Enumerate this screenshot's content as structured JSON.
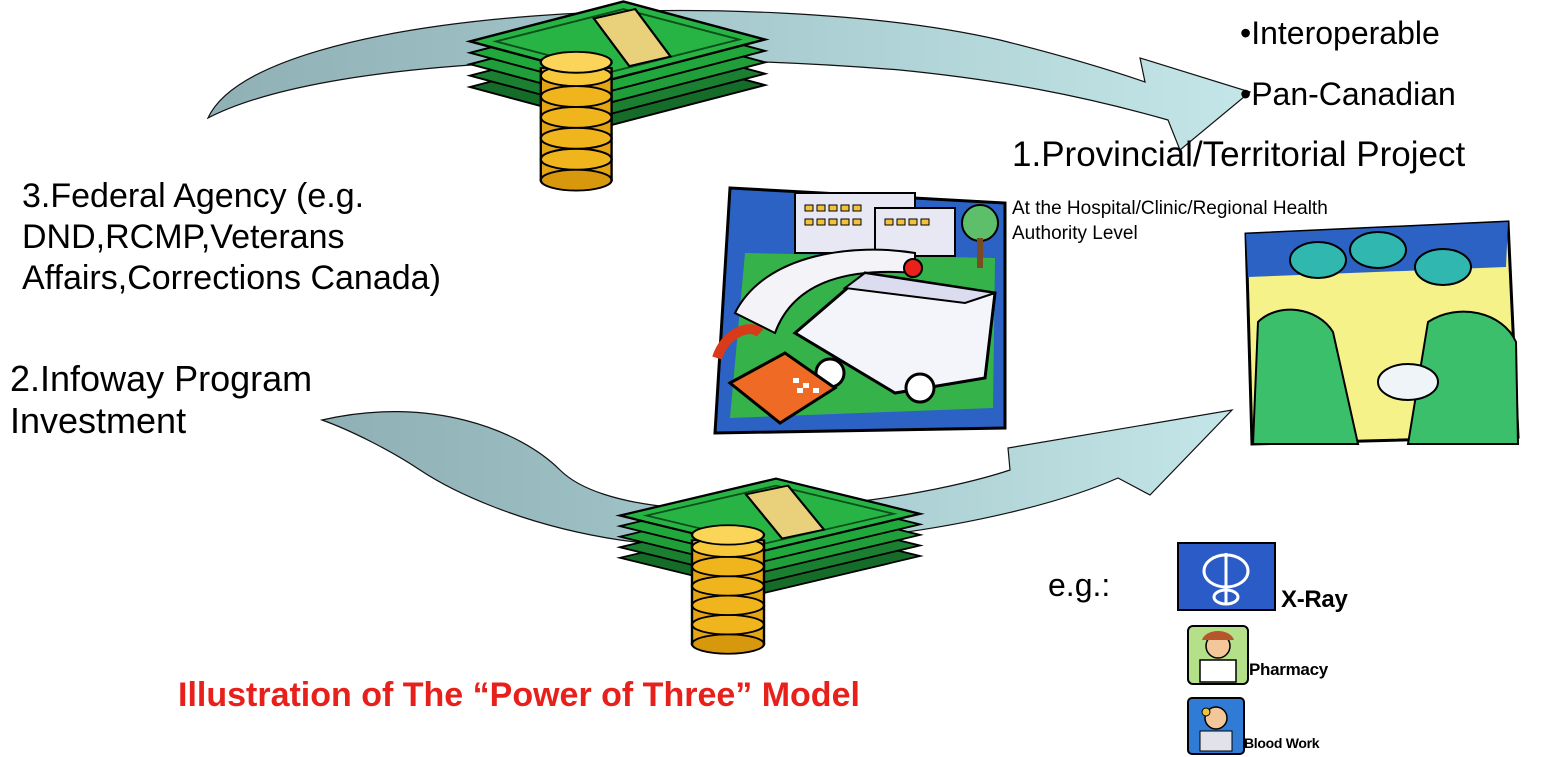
{
  "bullets": [
    "•Interoperable",
    "•Pan-Canadian"
  ],
  "steps": {
    "provincial": "1.Provincial/Territorial Project",
    "provincial_sub_line1": "At the Hospital/Clinic/Regional Health",
    "provincial_sub_line2": "Authority Level",
    "infoway_line1": "2.Infoway Program",
    "infoway_line2": "Investment",
    "federal_line1": "3.Federal Agency (e.g.",
    "federal_line2": "DND,RCMP,Veterans",
    "federal_line3": "Affairs,Corrections Canada)"
  },
  "examples": {
    "prefix": "e.g.:",
    "items": [
      "X-Ray",
      "Pharmacy",
      "Blood Work"
    ]
  },
  "title": "Illustration of The “Power of Three” Model",
  "colors": {
    "arrow_dark": "#8fb0b5",
    "arrow_light": "#bfe0e3",
    "money_green": "#1f9e3a",
    "coin_gold": "#f2b61b",
    "title_red": "#e8201b"
  },
  "icons": [
    "money-stack-icon",
    "ambulance-city-icon",
    "surgeons-icon",
    "xray-icon",
    "pharmacist-icon",
    "blood-work-icon"
  ]
}
